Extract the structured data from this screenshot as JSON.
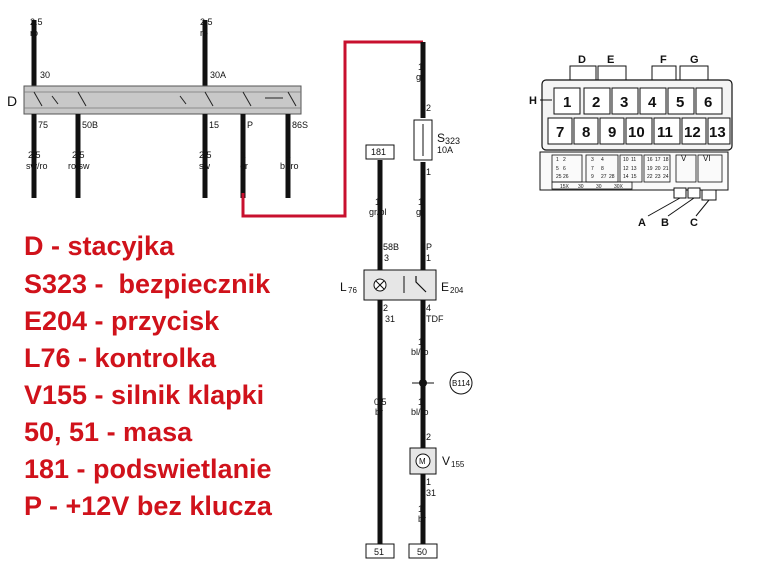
{
  "switch_d": {
    "label": "D",
    "top_wires": [
      {
        "gauge": "2.5",
        "color": "ro",
        "terminal": "30"
      },
      {
        "gauge": "2.5",
        "color": "ro",
        "terminal": "30A"
      }
    ],
    "bottom_terminals": [
      {
        "terminal": "75",
        "gauge": "2.5",
        "color": "sw/ro"
      },
      {
        "terminal": "50B",
        "gauge": "2.5",
        "color": "ro/sw"
      },
      {
        "terminal": "15",
        "gauge": "2.5",
        "color": "sw"
      },
      {
        "terminal": "P",
        "gauge": "1",
        "color": "gr"
      },
      {
        "terminal": "86S",
        "gauge": "1",
        "color": "br/ro"
      }
    ]
  },
  "circuit": {
    "top_wire": {
      "gauge": "1",
      "color": "gr"
    },
    "fuse": {
      "pin_top": "2",
      "name": "S",
      "sub": "323",
      "rating": "10A",
      "pin_bottom": "1"
    },
    "wire_fuse_out": {
      "gauge": "1",
      "color": "gr"
    },
    "conn_181": "181",
    "wire_181": {
      "gauge": "1",
      "color": "gr/bl"
    },
    "pin_58b": "58B",
    "pin_58b_num": "3",
    "pin_p": "P",
    "pin_p_num": "1",
    "lamp": {
      "name": "L",
      "sub": "76"
    },
    "button": {
      "name": "E",
      "sub": "204"
    },
    "pin_2": "2",
    "pin_31": "31",
    "pin_4": "4",
    "pin_tdf": "TDF",
    "wire_bl_ro_1": {
      "gauge": "1",
      "color": "bl/ro"
    },
    "connector": "B114",
    "wire_bl_ro_2": {
      "gauge": "1",
      "color": "bl/ro"
    },
    "motor": {
      "pin_top": "2",
      "symbol": "M",
      "name": "V",
      "sub": "155",
      "pin_bottom": "1",
      "pin_31": "31"
    },
    "wire_left_br": {
      "gauge": "0.5",
      "color": "br"
    },
    "wire_right_br": {
      "gauge": "1",
      "color": "br"
    },
    "ground_left": "51",
    "ground_right": "50"
  },
  "fusebox": {
    "connectors": [
      "D",
      "E",
      "F",
      "G"
    ],
    "side_label": "H",
    "row1": [
      "1",
      "2",
      "3",
      "4",
      "5",
      "6"
    ],
    "row2": [
      "7",
      "8",
      "9",
      "10",
      "11",
      "12",
      "13"
    ],
    "relay_labels": [
      "V",
      "VI"
    ],
    "plug_labels": [
      "A",
      "B",
      "C"
    ],
    "panel_text": [
      "1",
      "2",
      "3",
      "4",
      "5",
      "6",
      "7",
      "8",
      "9",
      "10",
      "11",
      "12",
      "13",
      "14",
      "15",
      "16",
      "17",
      "18",
      "19",
      "20",
      "21",
      "22",
      "23",
      "24",
      "25",
      "26",
      "27",
      "28",
      "15X",
      "30",
      "30",
      "30X"
    ]
  },
  "legend": [
    "D - stacyjka",
    "S323 -  bezpiecznik",
    "E204 - przycisk",
    "L76 - kontrolka",
    "V155 - silnik klapki",
    "50, 51 - masa",
    "181 - podswietlanie",
    "P - +12V bez klucza"
  ],
  "colors": {
    "wire": "#111111",
    "highlight": "#c8102e",
    "legend": "#d0121b",
    "switch_bar": "#c8c8c8"
  }
}
